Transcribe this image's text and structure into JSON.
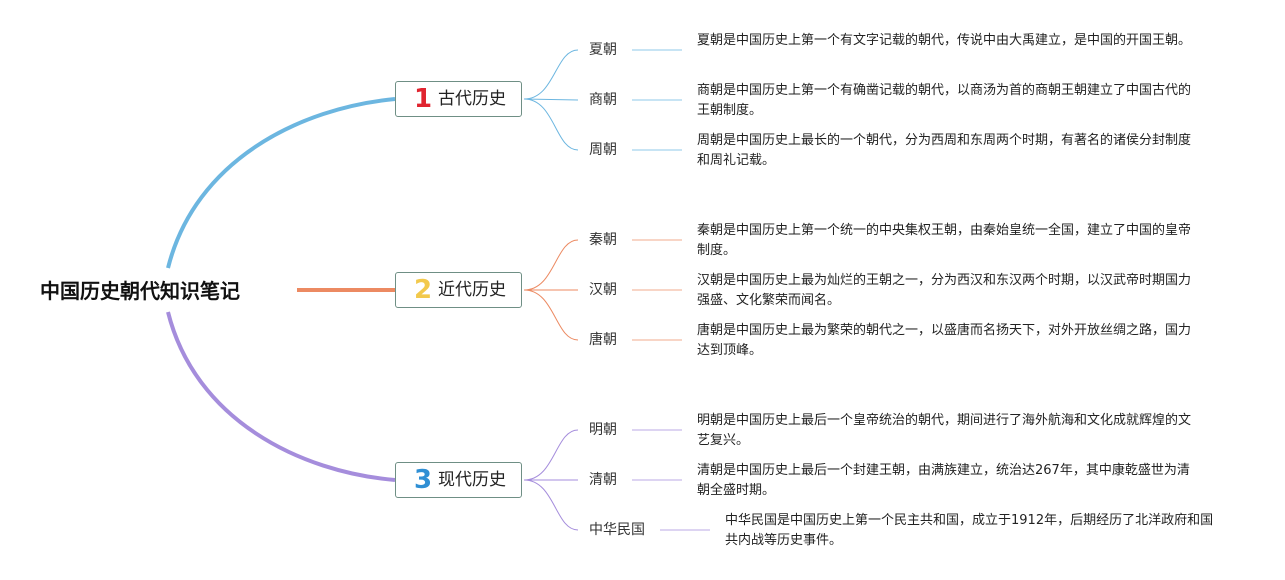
{
  "root": {
    "title": "中国历史朝代知识笔记"
  },
  "colors": {
    "branch_1": "#6cb6e0",
    "branch_2": "#ec8a62",
    "branch_3": "#a58ddc",
    "num_1": "#e0242f",
    "num_2": "#f2c94c",
    "num_3": "#2f8fd4",
    "box_border": "#6f8f85"
  },
  "branches": [
    {
      "num": "1",
      "label": "古代历史",
      "items": [
        {
          "label": "夏朝",
          "desc": "夏朝是中国历史上第一个有文字记载的朝代，传说中由大禹建立，是中国的开国王朝。"
        },
        {
          "label": "商朝",
          "desc": "商朝是中国历史上第一个有确凿记载的朝代，以商汤为首的商朝王朝建立了中国古代的王朝制度。"
        },
        {
          "label": "周朝",
          "desc": "周朝是中国历史上最长的一个朝代，分为西周和东周两个时期，有著名的诸侯分封制度和周礼记载。"
        }
      ]
    },
    {
      "num": "2",
      "label": "近代历史",
      "items": [
        {
          "label": "秦朝",
          "desc": "秦朝是中国历史上第一个统一的中央集权王朝，由秦始皇统一全国，建立了中国的皇帝制度。"
        },
        {
          "label": "汉朝",
          "desc": "汉朝是中国历史上最为灿烂的王朝之一，分为西汉和东汉两个时期，以汉武帝时期国力强盛、文化繁荣而闻名。"
        },
        {
          "label": "唐朝",
          "desc": "唐朝是中国历史上最为繁荣的朝代之一，以盛唐而名扬天下，对外开放丝绸之路，国力达到顶峰。"
        }
      ]
    },
    {
      "num": "3",
      "label": "现代历史",
      "items": [
        {
          "label": "明朝",
          "desc": "明朝是中国历史上最后一个皇帝统治的朝代，期间进行了海外航海和文化成就辉煌的文艺复兴。"
        },
        {
          "label": "清朝",
          "desc": "清朝是中国历史上最后一个封建王朝，由满族建立，统治达267年，其中康乾盛世为清朝全盛时期。"
        },
        {
          "label": "中华民国",
          "desc": "中华民国是中国历史上第一个民主共和国，成立于1912年，后期经历了北洋政府和国共内战等历史事件。"
        }
      ]
    }
  ]
}
